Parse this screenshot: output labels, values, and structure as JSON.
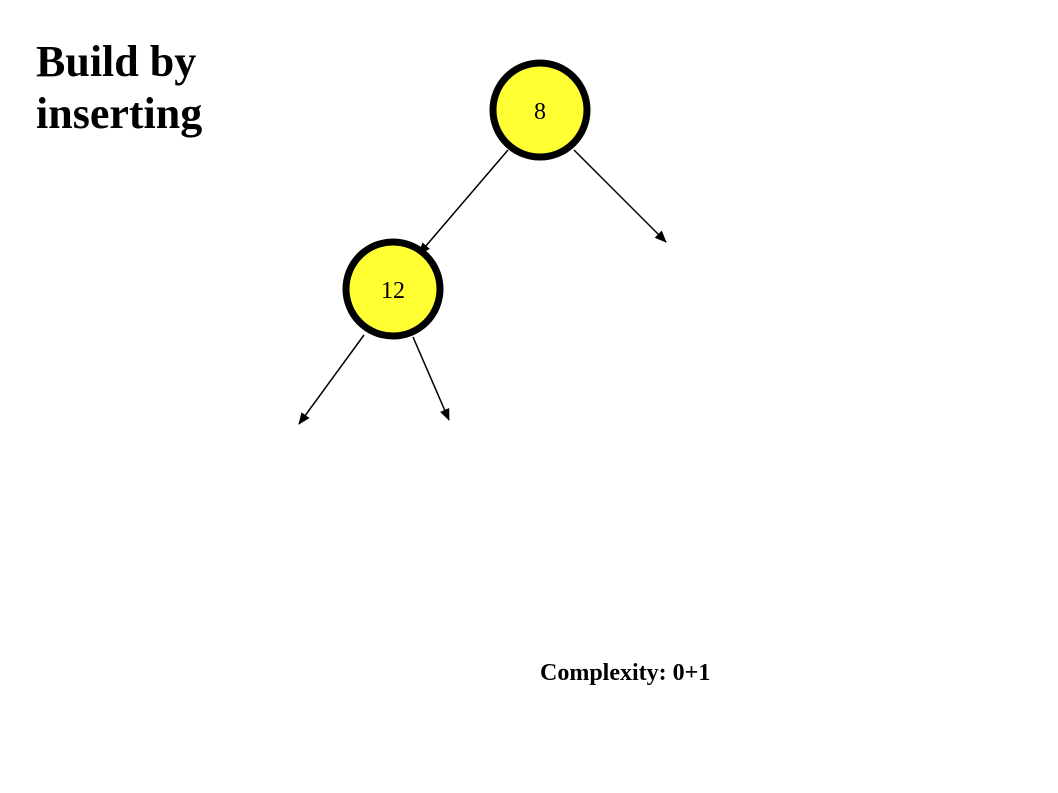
{
  "title": "Build by\ninserting",
  "tree": {
    "root": {
      "value": "8"
    },
    "nodes": [
      {
        "id": "root",
        "value": "8"
      },
      {
        "id": "left-child",
        "value": "12"
      }
    ],
    "node_fill": "#ffff33",
    "node_stroke": "#000000"
  },
  "footer": {
    "complexity": "Complexity: 0+1"
  }
}
